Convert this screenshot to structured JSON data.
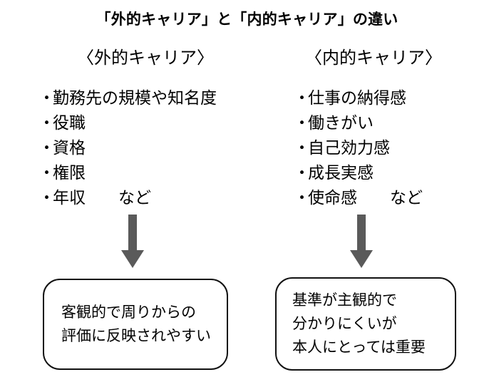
{
  "title": "「外的キャリア」と「内的キャリア」の違い",
  "columns": [
    {
      "heading": "〈外的キャリア〉",
      "bullet_mark": "・",
      "items": [
        {
          "text": "勤務先の規模や知名度",
          "suffix": ""
        },
        {
          "text": "役職",
          "suffix": ""
        },
        {
          "text": "資格",
          "suffix": ""
        },
        {
          "text": "権限",
          "suffix": ""
        },
        {
          "text": "年収",
          "suffix": "など"
        }
      ],
      "arrow": {
        "name": "down-arrow",
        "color": "#5a5a5a"
      },
      "result_box": {
        "lines": [
          "客観的で周りからの",
          "評価に反映されやすい"
        ]
      }
    },
    {
      "heading": "〈内的キャリア〉",
      "bullet_mark": "・",
      "items": [
        {
          "text": "仕事の納得感",
          "suffix": ""
        },
        {
          "text": "働きがい",
          "suffix": ""
        },
        {
          "text": "自己効力感",
          "suffix": ""
        },
        {
          "text": "成長実感",
          "suffix": ""
        },
        {
          "text": "使命感",
          "suffix": "など"
        }
      ],
      "arrow": {
        "name": "down-arrow",
        "color": "#5a5a5a"
      },
      "result_box": {
        "lines": [
          "基準が主観的で",
          "分かりにくいが",
          "本人にとっては重要"
        ]
      }
    }
  ],
  "colors": {
    "background": "#ffffff",
    "text": "#000000",
    "arrow": "#5a5a5a",
    "box_border": "#111111"
  }
}
